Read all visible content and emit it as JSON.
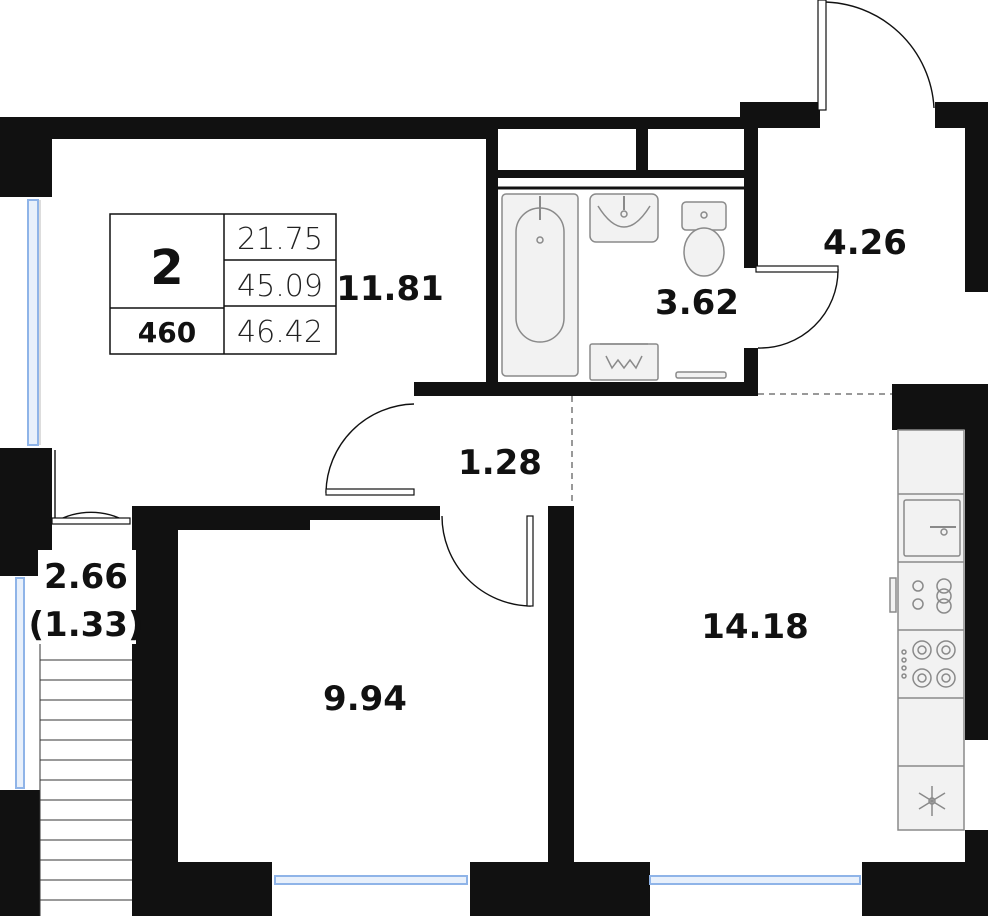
{
  "info_box": {
    "rooms": "2",
    "number": "460",
    "living_area": "21.75",
    "area_without_balcony": "45.09",
    "total_area": "46.42"
  },
  "rooms": {
    "room_top_left": "11.81",
    "bathroom": "3.62",
    "entrance_hall": "4.26",
    "corridor": "1.28",
    "bedroom": "9.94",
    "kitchen_living": "14.18",
    "balcony": "2.66",
    "balcony_reduced": "(1.33)"
  },
  "colors": {
    "wall": "#111111",
    "fixture_fill": "#f2f2f2",
    "fixture_stroke": "#8a8a8a",
    "window_glass": "#8fb4e8"
  }
}
